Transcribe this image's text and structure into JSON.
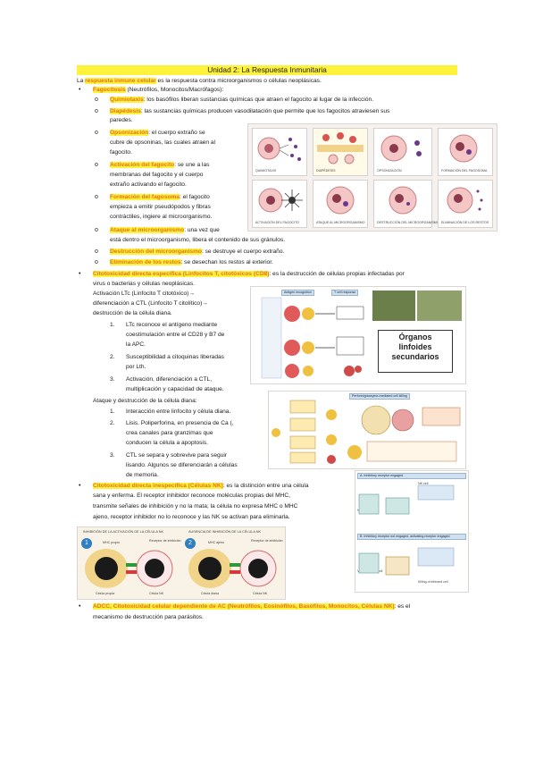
{
  "title": "Unidad 2: La Respuesta Inmunitaria",
  "intro": {
    "pre": "La ",
    "term": "respuesta inmune celular",
    "post": " es la respuesta contra microorganismos o células neoplásicas."
  },
  "fagocitosis": {
    "term": "Fagocitosis",
    "rest": " (Neutrófilos, Monocitos/Macrófagos):",
    "steps": [
      {
        "term": "Quimiotaxis",
        "lines": [
          ": los basófilos liberan sustancias químicas que atraen el fagocito al lugar de la infección."
        ]
      },
      {
        "term": "Diapédesis",
        "lines": [
          ": las sustancias químicas producen vasodilatación que permite que los fagocitos atraviesen sus",
          "paredes."
        ]
      },
      {
        "term": "Opsonización",
        "lines": [
          ": el cuerpo extraño se",
          "cubre de opsoninas, las cuales atraen al",
          "fagocito."
        ]
      },
      {
        "term": "Activación del fagocito",
        "lines": [
          ": se une a las",
          "membranas del fagocito y el cuerpo",
          "extraño activando el fagocito."
        ]
      },
      {
        "term": "Formación del fagosoma",
        "lines": [
          ": el fagocito",
          "empieza a emitir pseudópodos y fibras",
          "contráctiles, ingiere al microorganismo."
        ]
      },
      {
        "term": "Ataque al microorganismo",
        "lines": [
          ": una vez que",
          "está dentro el microorganismo, libera el contenido de sus gránulos."
        ]
      },
      {
        "term": "Destrucción del microorganismo",
        "lines": [
          ": se destruye el cuerpo extraño."
        ]
      },
      {
        "term": "Eliminación de los restos",
        "lines": [
          ": se desechan los restos al exterior."
        ]
      }
    ],
    "figure_labels": [
      "QUIMIOTAXIS",
      "DIAPÉDESIS",
      "OPSONIZACIÓN",
      "FORMACIÓN DEL FAGOSOMA",
      "ACTIVACIÓN DEL FAGOCITO",
      "ATAQUE AL MICROORGANISMO",
      "DESTRUCCIÓN DEL MICROORGANISMO",
      "ELIMINACIÓN DE LOS RESTOS"
    ]
  },
  "citotoxicidad_especifica": {
    "term": "Citotoxicidad directa específica (Linfocitos T, citotóxicos (CD8)",
    "lines": [
      ": es la destrucción de células propias infectadas por",
      "virus o bacterias y células neoplásicas."
    ],
    "activation": [
      "Activación LTc (Linfocito T citotóxico)→",
      "diferenciación a CTL (Linfocito T citolítico)→",
      "destrucción de la célula diana."
    ],
    "activation_steps": [
      [
        "LTc reconoce el antígeno mediante",
        "coestimulación entre el CD28 y B7 de",
        "la APC."
      ],
      [
        "Susceptibilidad a citoquinas liberadas",
        "por Lth."
      ],
      [
        "Activación, diferenciación a CTL,",
        "multiplicación y capacidad de ataque."
      ]
    ],
    "attack_title": "Ataque y destrucción de la célula diana:",
    "attack_steps": [
      [
        "Interacción entre linfocito y célula diana."
      ],
      [
        "Lisis. Poliperforina, en presencia de Ca (,",
        "crea canales para granzimas que",
        "conducen la célula a apoptosis."
      ],
      [
        "CTL se separa y sobrevive para seguir",
        "lisando. Algunos se diferenciarán a células",
        "de memoria."
      ]
    ],
    "figure_organos": [
      "Órganos",
      "linfoides",
      "secundarios"
    ],
    "figure_headers": [
      "Antigen recognition",
      "T cell response",
      "Perforin/granzyme-mediated cell killing"
    ]
  },
  "citotoxicidad_inespecifica": {
    "term": "Citotoxicidad directa inespecífica (Células NK)",
    "lines": [
      ": es la distinción entre una célula",
      "sana y enferma. El receptor inhibidor reconoce moléculas propias del MHC,",
      "transmite señales de inhibición y no la mata; la célula no expresa MHC o MHC",
      "ajeno, receptor inhibidor no lo reconoce y las NK se activan para eliminarla."
    ],
    "figure_headers": [
      "INHIBICIÓN DE LA ACTIVACIÓN DE LA CÉLULA NK",
      "AUSENCIA DE INHIBICIÓN DE LA CÉLULA NK"
    ],
    "figure_labels": [
      "MHC propio",
      "Receptor de inhibición",
      "MHC ajeno",
      "Célula propia",
      "Célula NK",
      "Célula diana"
    ],
    "nk_labels": [
      "A. Inhibitory receptor engaged",
      "B. Inhibitory receptor not engaged, activating receptor engaged",
      "NK cell",
      "Normal cell",
      "Virus-infected cell",
      "Killing of infected cell"
    ]
  },
  "adcc": {
    "term": "ADCC, Citotoxicidad celular dependiente de AC (Neutrófilos, Eosinófilos, Basófilos, Monocitos, Células NK)",
    "lines": [
      ": es el",
      "mecanismo de destrucción para parásitos."
    ]
  }
}
